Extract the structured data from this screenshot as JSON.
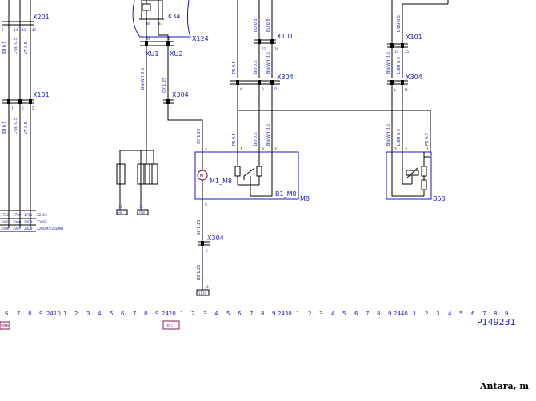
{
  "connectors": {
    "x201": "X201",
    "x101_left": "X101",
    "k34": "K34",
    "x124": "X124",
    "xu1": "XU1",
    "xu2": "XU2",
    "x304_left": "X304",
    "x101_mid": "X101",
    "x304_mid": "X304",
    "x101_right": "X101",
    "x304_right": "X304",
    "x304_bottom": "X304"
  },
  "components": {
    "m1_m8": "M1_M8",
    "b1_m8": "B1_M8",
    "m8": "M8",
    "b53": "B53",
    "motor_symbol": "M"
  },
  "wires": {
    "bn": "BN 0.5",
    "vt": "VT 0.5",
    "lbu": "L-BU 0.5",
    "bnwh": "BN/WH 0.5",
    "gyr": "GY 1.25",
    "pk": "PK 0.5",
    "bu": "BU 0.5",
    "bnwh_mid": "BN/WH 0.5",
    "bk": "BK 1.25",
    "bk_low": "BK 1.25",
    "pk_right": "PK 0.5"
  },
  "pins": {
    "p2": "2",
    "p44": "44",
    "p43": "43",
    "p49": "49",
    "p7": "7",
    "p6": "6",
    "p5": "5",
    "k86": "86",
    "k87": "87",
    "xu39": "39",
    "xu2": "2",
    "f": "F",
    "m4": "4",
    "m5": "5",
    "p27": "27",
    "p26": "26",
    "a": "A",
    "b": "B",
    "d": "D",
    "m1": "1",
    "m3": "3",
    "m2": "2",
    "p15": "15",
    "p25": "25",
    "l": "L",
    "mm": "M",
    "r2": "2",
    "r3": "3",
    "r1": "1",
    "c": "C",
    "g31": "31"
  },
  "grounds": {
    "g1": "31",
    "g1_id": "E6",
    "g2": "31",
    "g2_id": "708",
    "g3": "31",
    "g3_id": "1120"
  },
  "tables": {
    "row1": [
      "1722",
      "1720",
      "1718",
      "Z24XE"
    ],
    "row2": [
      "2001",
      "2000",
      "2009",
      "Z20SE"
    ],
    "row3": [
      "2006",
      "2007",
      "2008",
      "Z20DM/Z20DMH"
    ]
  },
  "ruler": {
    "left_digits": [
      "6",
      "7",
      "8",
      "9"
    ],
    "ref_2410": "2410",
    "seq1": [
      "1",
      "2",
      "3",
      "4",
      "5",
      "6",
      "7",
      "8",
      "9"
    ],
    "ref_2420": "2420",
    "seq2": [
      "1",
      "2",
      "3",
      "4",
      "5",
      "6",
      "7",
      "8",
      "9"
    ],
    "ref_2430": "2430",
    "seq3": [
      "1",
      "2",
      "3",
      "4",
      "5",
      "6",
      "7",
      "8",
      "9"
    ],
    "ref_2440": "2440",
    "seq4": [
      "1",
      "2",
      "3",
      "4",
      "5",
      "6",
      "7",
      "8",
      "9"
    ]
  },
  "tags": {
    "left": "SBN",
    "mid": "PU"
  },
  "page_code": "P149231",
  "footer": "Antara, m"
}
